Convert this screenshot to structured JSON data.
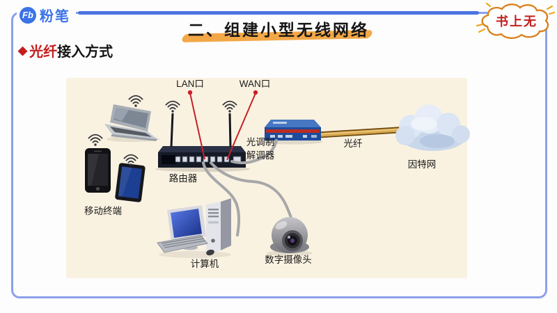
{
  "page": {
    "logo": {
      "mark": "Fb",
      "name": "粉笔"
    },
    "title": "二、组建小型无线网络",
    "badge": "书上无",
    "heading": {
      "bullet": "◆",
      "highlight": "光纤",
      "rest": "接入方式"
    }
  },
  "diagram": {
    "type": "network-topology",
    "labels": {
      "lan_port": "LAN口",
      "wan_port": "WAN口",
      "router": "路由器",
      "modem_line1": "光调制",
      "modem_line2": "解调器",
      "fiber": "光纤",
      "internet": "因特网",
      "mobile_terminal": "移动终端",
      "computer": "计算机",
      "camera": "数字摄像头"
    }
  },
  "colors": {
    "accent_blue": "#4a74e2",
    "border_blue": "#8ba0ec",
    "logo_blue": "#3b72e8",
    "title_highlight_orange": "#f2a23c",
    "badge_text_red": "#c01f1c",
    "badge_outline_orange": "#d9821f",
    "heading_red": "#c41d1d",
    "diagram_bg": "#faf2e1",
    "pointer_red": "#c8202a",
    "cable_gray": "#a7a7a9",
    "fiber_gold": "#d9a94e",
    "modem_blue": "#1d4c9e"
  }
}
